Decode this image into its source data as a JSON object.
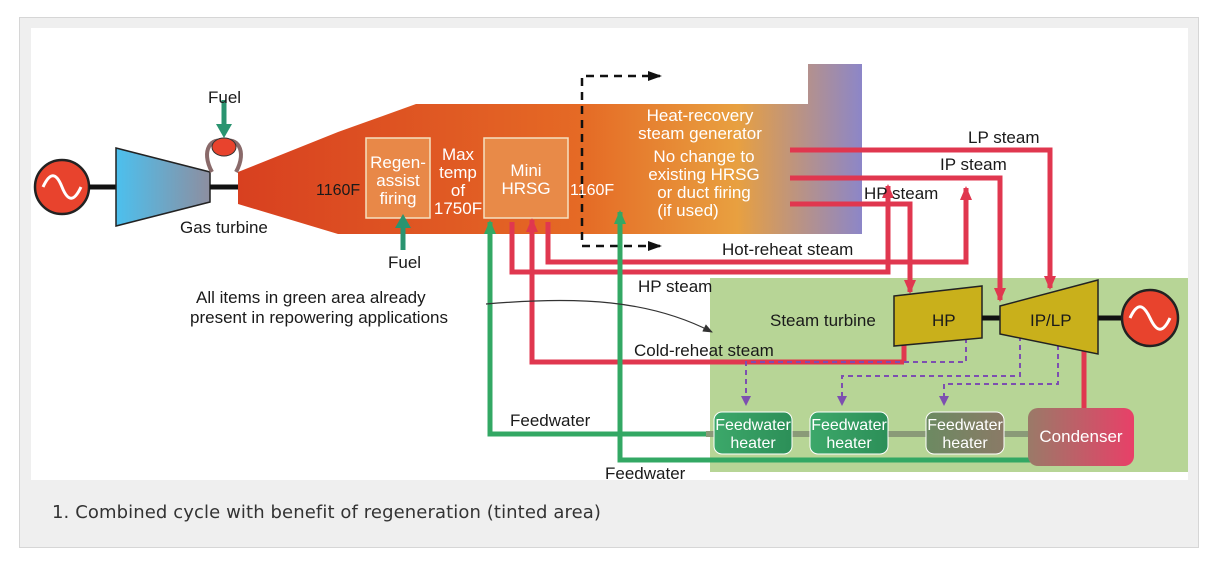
{
  "caption": "1. Combined cycle with benefit of regeneration (tinted area)",
  "colors": {
    "green_area": "#b7d596",
    "red_pipe": "#e0374f",
    "green_pipe": "#33a864",
    "purple_dash": "#7d4fb0",
    "turbine_yellow": "#c9b01b",
    "generator_red": "#e8432d",
    "compressor_blue": "#56bce8",
    "hrsg_purple": "#8c86c8"
  },
  "labels": {
    "fuel_top": "Fuel",
    "gas_turbine": "Gas turbine",
    "temp_in": "1160F",
    "regen_line1": "Regen-",
    "regen_line2": "assist",
    "regen_line3": "firing",
    "max_line1": "Max",
    "max_line2": "temp",
    "max_line3": "of",
    "max_line4": "1750F",
    "fuel_bottom": "Fuel",
    "mini_line1": "Mini",
    "mini_line2": "HRSG",
    "temp_out": "1160F",
    "hrsg_line1": "Heat-recovery",
    "hrsg_line2": "steam generator",
    "hrsg_line3": "No change to",
    "hrsg_line4": "existing HRSG",
    "hrsg_line5": "or duct firing",
    "hrsg_line6": "(if used)",
    "lp_steam": "LP steam",
    "ip_steam": "IP steam",
    "hp_steam_right": "HP steam",
    "hot_reheat": "Hot-reheat steam",
    "hp_steam_mid": "HP steam",
    "note_line1": "All items in green area already",
    "note_line2": "present in repowering applications",
    "steam_turbine": "Steam turbine",
    "hp": "HP",
    "iplp": "IP/LP",
    "cold_reheat": "Cold-reheat steam",
    "feedwater_left": "Feedwater",
    "feedwater_bottom": "Feedwater",
    "fwh1_line1": "Feedwater",
    "fwh1_line2": "heater",
    "fwh2_line1": "Feedwater",
    "fwh2_line2": "heater",
    "fwh3_line1": "Feedwater",
    "fwh3_line2": "heater",
    "condenser": "Condenser"
  }
}
